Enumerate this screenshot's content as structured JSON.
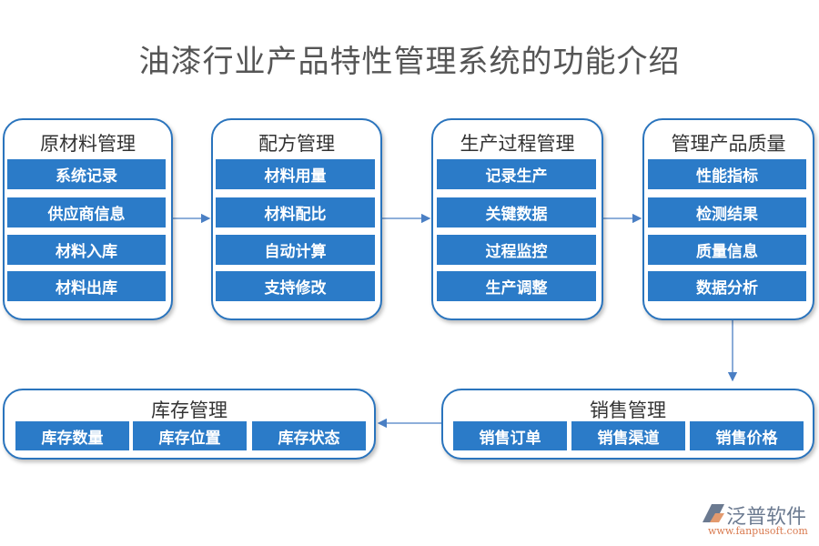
{
  "title": "油漆行业产品特性管理系统的功能介绍",
  "modules": [
    {
      "title": "原材料管理",
      "items": [
        "系统记录",
        "供应商信息",
        "材料入库",
        "材料出库"
      ]
    },
    {
      "title": "配方管理",
      "items": [
        "材料用量",
        "材料配比",
        "自动计算",
        "支持修改"
      ]
    },
    {
      "title": "生产过程管理",
      "items": [
        "记录生产",
        "关键数据",
        "过程监控",
        "生产调整"
      ]
    },
    {
      "title": "管理产品质量",
      "items": [
        "性能指标",
        "检测结果",
        "质量信息",
        "数据分析"
      ]
    },
    {
      "title": "销售管理",
      "items": [
        "销售订单",
        "销售渠道",
        "销售价格"
      ]
    },
    {
      "title": "库存管理",
      "items": [
        "库存数量",
        "库存位置",
        "库存状态"
      ]
    }
  ],
  "logo": {
    "name": "泛普软件",
    "url": "www.fanpusoft.com"
  },
  "colors": {
    "accent": "#2b7bc8",
    "border": "#2a74bd"
  }
}
